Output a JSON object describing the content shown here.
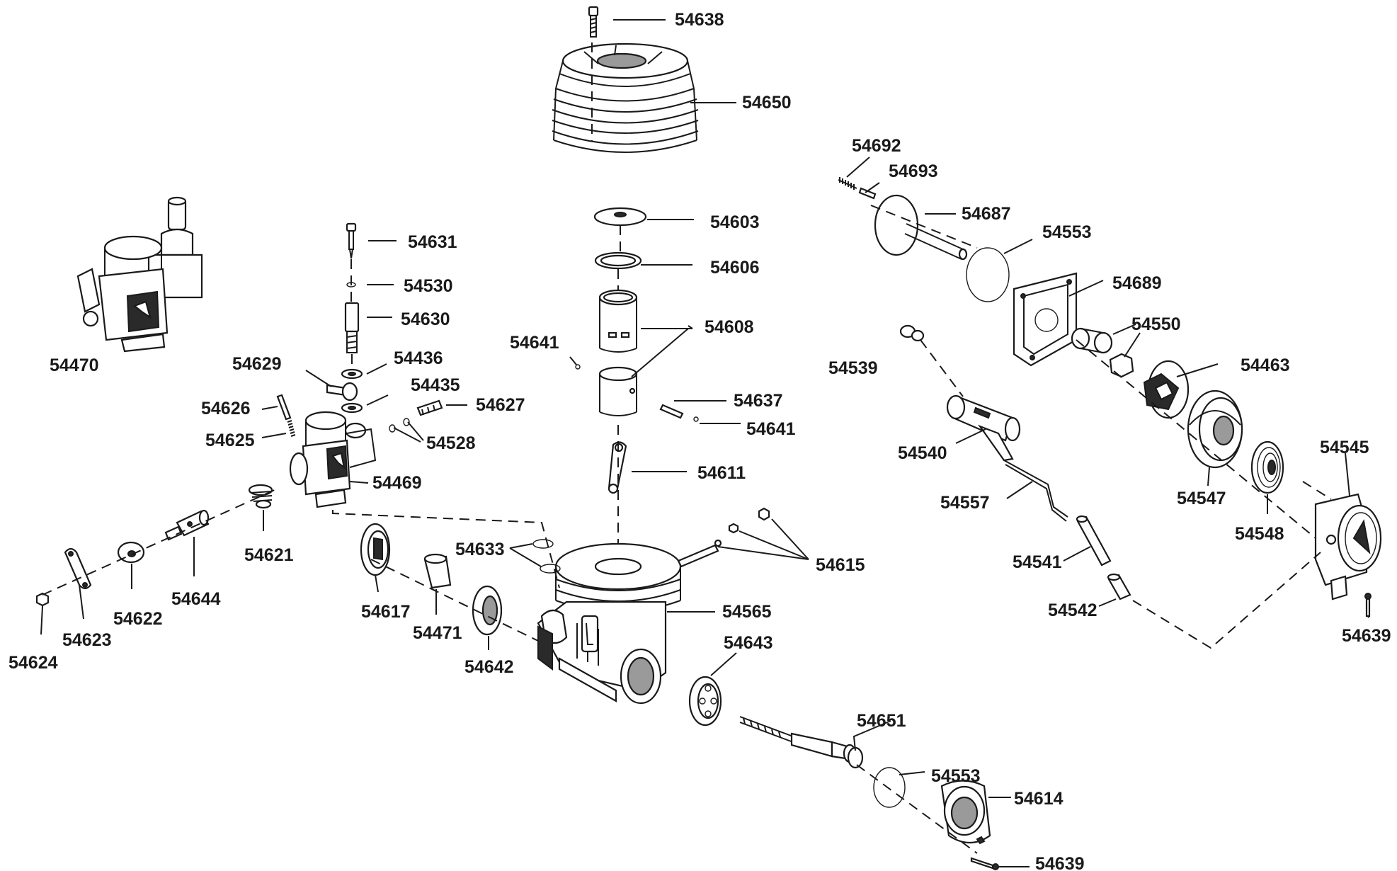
{
  "parts": [
    {
      "key": "p54638",
      "number": "54638"
    },
    {
      "key": "p54650",
      "number": "54650"
    },
    {
      "key": "p54692",
      "number": "54692"
    },
    {
      "key": "p54693",
      "number": "54693"
    },
    {
      "key": "p54687",
      "number": "54687"
    },
    {
      "key": "p54553a",
      "number": "54553"
    },
    {
      "key": "p54603",
      "number": "54603"
    },
    {
      "key": "p54631",
      "number": "54631"
    },
    {
      "key": "p54606",
      "number": "54606"
    },
    {
      "key": "p54530",
      "number": "54530"
    },
    {
      "key": "p54689",
      "number": "54689"
    },
    {
      "key": "p54630",
      "number": "54630"
    },
    {
      "key": "p54608",
      "number": "54608"
    },
    {
      "key": "p54550",
      "number": "54550"
    },
    {
      "key": "p54641a",
      "number": "54641"
    },
    {
      "key": "p54470",
      "number": "54470"
    },
    {
      "key": "p54539",
      "number": "54539"
    },
    {
      "key": "p54436",
      "number": "54436"
    },
    {
      "key": "p54629",
      "number": "54629"
    },
    {
      "key": "p54463",
      "number": "54463"
    },
    {
      "key": "p54435",
      "number": "54435"
    },
    {
      "key": "p54637",
      "number": "54637"
    },
    {
      "key": "p54626",
      "number": "54626"
    },
    {
      "key": "p54627",
      "number": "54627"
    },
    {
      "key": "p54641b",
      "number": "54641"
    },
    {
      "key": "p54625",
      "number": "54625"
    },
    {
      "key": "p54528",
      "number": "54528"
    },
    {
      "key": "p54545",
      "number": "54545"
    },
    {
      "key": "p54540",
      "number": "54540"
    },
    {
      "key": "p54611",
      "number": "54611"
    },
    {
      "key": "p54469",
      "number": "54469"
    },
    {
      "key": "p54547",
      "number": "54547"
    },
    {
      "key": "p54557",
      "number": "54557"
    },
    {
      "key": "p54621",
      "number": "54621"
    },
    {
      "key": "p54633",
      "number": "54633"
    },
    {
      "key": "p54548",
      "number": "54548"
    },
    {
      "key": "p54615",
      "number": "54615"
    },
    {
      "key": "p54541",
      "number": "54541"
    },
    {
      "key": "p54644",
      "number": "54644"
    },
    {
      "key": "p54565",
      "number": "54565"
    },
    {
      "key": "p54617",
      "number": "54617"
    },
    {
      "key": "p54542",
      "number": "54542"
    },
    {
      "key": "p54622",
      "number": "54622"
    },
    {
      "key": "p54639a",
      "number": "54639"
    },
    {
      "key": "p54471",
      "number": "54471"
    },
    {
      "key": "p54623",
      "number": "54623"
    },
    {
      "key": "p54643",
      "number": "54643"
    },
    {
      "key": "p54642",
      "number": "54642"
    },
    {
      "key": "p54624",
      "number": "54624"
    },
    {
      "key": "p54651",
      "number": "54651"
    },
    {
      "key": "p54553b",
      "number": "54553"
    },
    {
      "key": "p54614",
      "number": "54614"
    },
    {
      "key": "p54639b",
      "number": "54639"
    }
  ]
}
